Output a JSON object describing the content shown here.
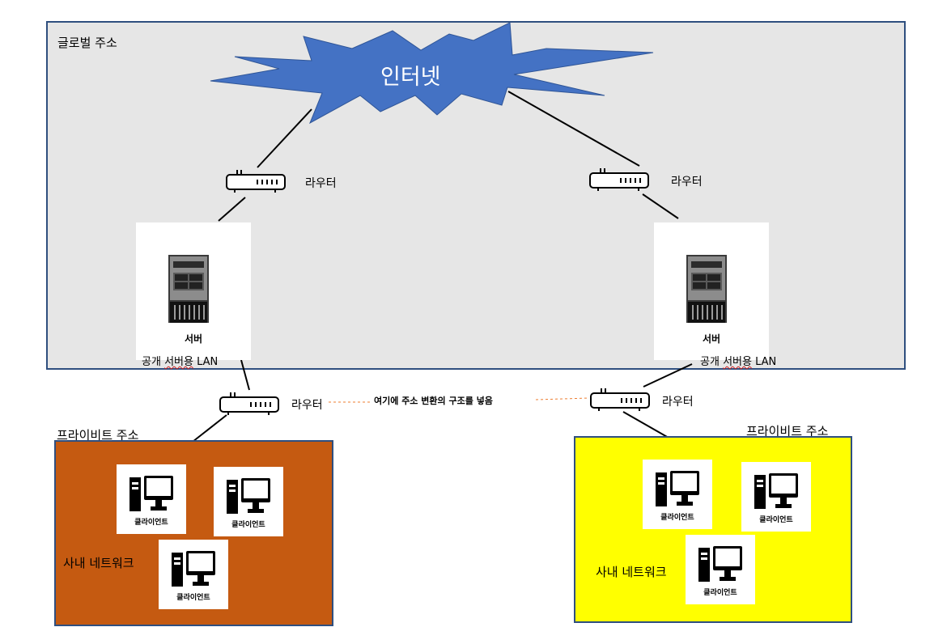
{
  "global_zone": {
    "label": "글로벌 주소"
  },
  "internet": {
    "label": "인터넷"
  },
  "routers": {
    "top_left_label": "라우터",
    "top_right_label": "라우터",
    "bottom_left_label": "라우터",
    "bottom_right_label": "라우터"
  },
  "servers": {
    "left_caption": "서버",
    "right_caption": "서버",
    "left_lan_prefix": "공개 ",
    "left_lan_underlined": "서버용",
    "left_lan_suffix": " LAN",
    "right_lan_prefix": "공개 ",
    "right_lan_underlined": "서버용",
    "right_lan_suffix": " LAN"
  },
  "nat_note": "여기에 주소 변환의 구조를 넣음",
  "private_left": {
    "label": "프라이비트 주소",
    "intranet_label": "사내 네트워크",
    "clients": [
      "클라이언트",
      "클라이언트",
      "클라이언트"
    ],
    "color": "#c55a11"
  },
  "private_right": {
    "label": "프라이비트 주소",
    "intranet_label": "사내 네트워크",
    "clients": [
      "클라이언트",
      "클라이언트",
      "클라이언트"
    ],
    "color": "#ffff00"
  },
  "colors": {
    "global_bg": "#e6e6e6",
    "border": "#2f4f7f",
    "cloud": "#4472c4",
    "nat_dash": "#ed7d31"
  },
  "icons": {
    "cloud": "cloud-icon",
    "router": "router-icon",
    "server": "server-tower-icon",
    "client": "desktop-computer-icon"
  }
}
